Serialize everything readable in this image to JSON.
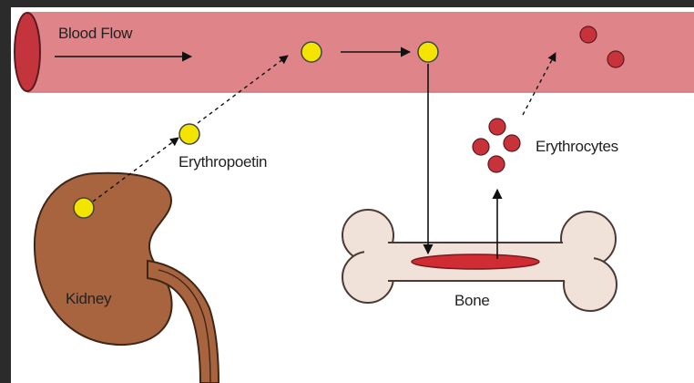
{
  "labels": {
    "blood_flow": "Blood Flow",
    "erythropoetin": "Erythropoetin",
    "erythrocytes": "Erythrocytes",
    "kidney": "Kidney",
    "bone": "Bone"
  },
  "colors": {
    "vessel": "#df8589",
    "vessel_opening": "#c4343c",
    "hormone": "#f4e500",
    "red_cell": "#c8323a",
    "kidney": "#a7643e",
    "bone": "#f0e2d9",
    "marrow": "#d02c34"
  }
}
